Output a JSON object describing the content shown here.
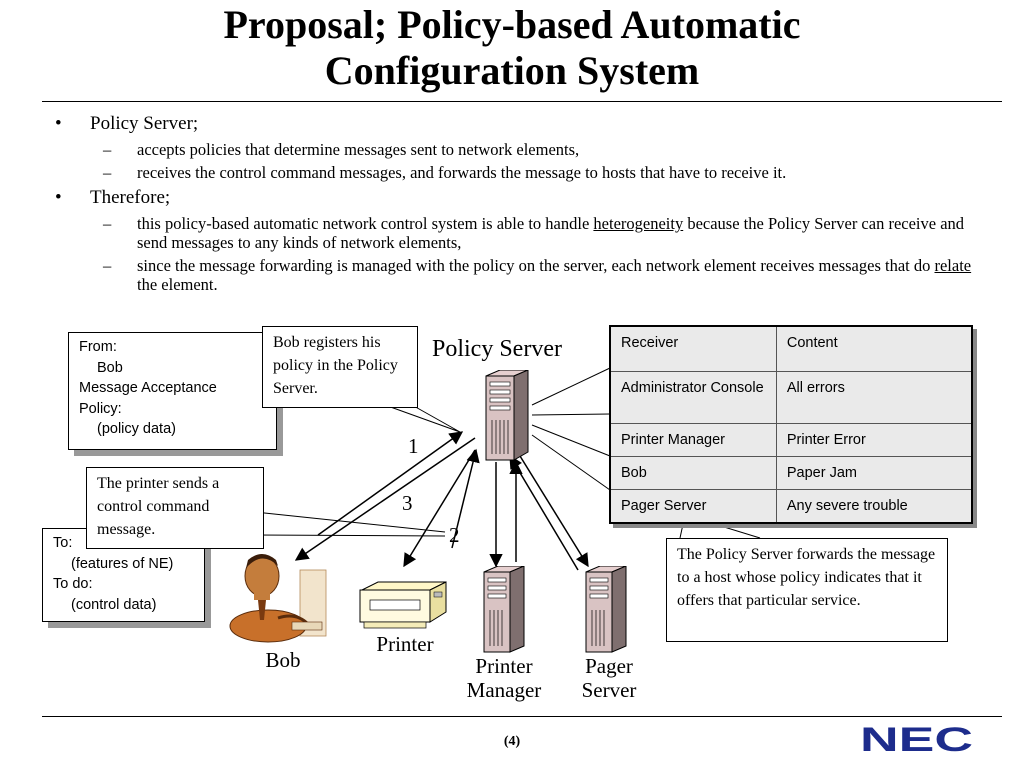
{
  "slide": {
    "title_line1": "Proposal; Policy-based Automatic",
    "title_line2": "Configuration System",
    "page_number": "(4)",
    "logo_text": "NEC"
  },
  "bullets": [
    {
      "text": "Policy Server;",
      "subs": [
        "accepts policies that determine messages sent to network elements,",
        "receives the control command messages, and forwards the message to hosts that have to receive it."
      ]
    },
    {
      "text": "Therefore;",
      "subs": [
        {
          "pre": "this policy-based automatic network control system is able to handle ",
          "link": "heterogeneity",
          "post": " because the Policy Server can receive and send messages to any kinds of network elements,"
        },
        {
          "pre": "since the message forwarding is managed with the policy on the server, each network element receives messages that do ",
          "link": "relate",
          "post": " the element."
        }
      ]
    }
  ],
  "diagram": {
    "from_note": {
      "l1": "From:",
      "l2": "Bob",
      "l3": "Message Acceptance",
      "l4": "Policy:",
      "l5": "(policy data)"
    },
    "to_note": {
      "l1": "To:",
      "l2": "(features of NE)",
      "l3": "To do:",
      "l4": "(control data)"
    },
    "callout_bob": "Bob registers his policy in the Policy Server.",
    "callout_printer": "The printer sends a control command message.",
    "callout_forward": "The Policy Server forwards the message to a host whose policy indicates that it offers that particular service.",
    "policy_server_label": "Policy Server",
    "table": {
      "headers": [
        "Receiver",
        "Content"
      ],
      "rows": [
        [
          "Administrator Console",
          "All errors"
        ],
        [
          "Printer Manager",
          "Printer Error"
        ],
        [
          "Bob",
          "Paper Jam"
        ],
        [
          "Pager Server",
          "Any severe trouble"
        ]
      ]
    },
    "step_labels": [
      "1",
      "3",
      "2"
    ],
    "labels": {
      "bob": "Bob",
      "printer": "Printer",
      "printer_manager_l1": "Printer",
      "printer_manager_l2": "Manager",
      "pager_server_l1": "Pager",
      "pager_server_l2": "Server"
    }
  }
}
